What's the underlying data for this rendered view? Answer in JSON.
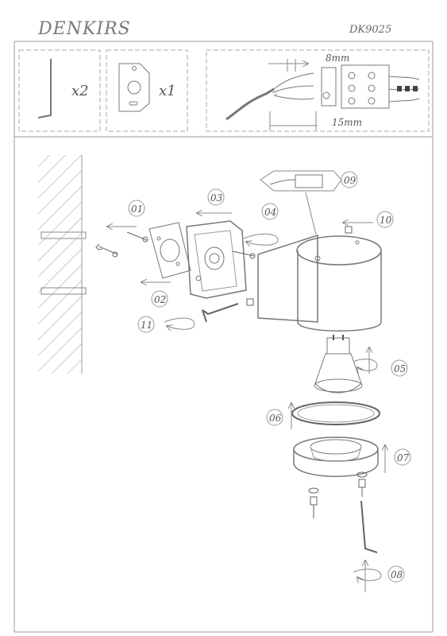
{
  "header": {
    "brand": "DENKIRS",
    "model": "DK9025"
  },
  "parts": {
    "hex_key_qty": "x2",
    "bracket_qty": "x1",
    "strip_short": "8mm",
    "strip_long": "15mm"
  },
  "steps": {
    "s01": "01",
    "s02": "02",
    "s03": "03",
    "s04": "04",
    "s05": "05",
    "s06": "06",
    "s07": "07",
    "s08": "08",
    "s09": "09",
    "s10": "10",
    "s11": "11"
  }
}
